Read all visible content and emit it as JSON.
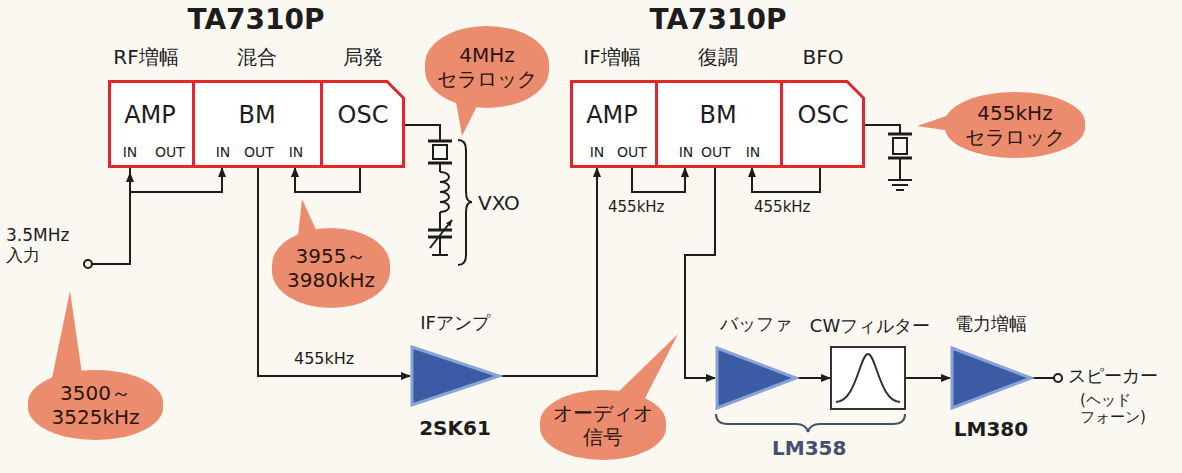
{
  "diagram": {
    "nodes": [
      {
        "text": [
          "TA7310P"
        ]
      },
      {
        "text": [
          "RF増幅",
          "AMP",
          "IN",
          "OUT"
        ],
        "in": 0
      },
      {
        "text": [
          "混合",
          "BM",
          "IN",
          "OUT",
          "IN"
        ],
        "in": 0
      },
      {
        "text": [
          "局発",
          "OSC"
        ],
        "in": 0
      },
      {
        "text": [
          "TA7310P"
        ]
      },
      {
        "text": [
          "IF増幅",
          "AMP",
          "IN",
          "OUT"
        ],
        "in": 4
      },
      {
        "text": [
          "復調",
          "BM",
          "IN",
          "OUT",
          "IN"
        ],
        "in": 4
      },
      {
        "text": [
          "BFO",
          "OSC"
        ],
        "in": 4
      },
      {
        "text": [
          "IFアンプ",
          "2SK61"
        ]
      },
      {
        "text": [
          "バッファ"
        ]
      },
      {
        "text": [
          "CWフィルター"
        ]
      },
      {
        "text": [
          "電力増幅",
          "LM380"
        ]
      },
      {
        "text": [
          "4MHz セラロック"
        ]
      },
      {
        "text": [
          "455kHz セラロック"
        ]
      },
      {
        "text": [
          "3955～ 3980kHz"
        ]
      },
      {
        "text": [
          "3500～ 3525kHz"
        ]
      },
      {
        "text": [
          "オーディオ 信号"
        ]
      }
    ],
    "edges": [
      {
        "from": 1,
        "to": 2,
        "arrow": "to"
      },
      {
        "from": 3,
        "to": 2,
        "arrow": "to"
      },
      {
        "from": 2,
        "to": 8,
        "label": "455kHz",
        "arrow": "to"
      },
      {
        "from": 8,
        "to": 5,
        "arrow": "to"
      },
      {
        "from": 5,
        "to": 6,
        "label": "455kHz",
        "arrow": "to"
      },
      {
        "from": 7,
        "to": 6,
        "label": "455kHz",
        "arrow": "to"
      },
      {
        "from": 6,
        "to": 9,
        "arrow": "to"
      },
      {
        "from": 9,
        "to": 10,
        "arrow": "to"
      },
      {
        "from": 10,
        "to": 11,
        "arrow": "to"
      }
    ],
    "labels": [
      "3.5MHz 入力",
      "VXO",
      "LM358",
      "スピーカー",
      "(ヘッド フォーン)"
    ]
  }
}
